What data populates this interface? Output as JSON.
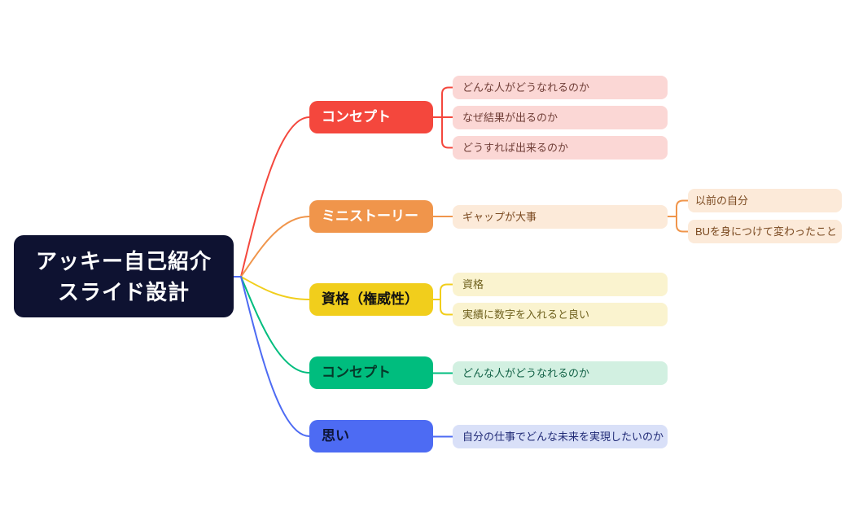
{
  "palette": {
    "root_bg": "#0e1231",
    "root_text": "#ffffff",
    "red": "#f4473d",
    "red_light": "#fbd7d5",
    "red_dark_text": "#713f38",
    "orange": "#f0954b",
    "orange_light": "#fcead9",
    "orange_dark_text": "#7b4a21",
    "yellow": "#f1ce1c",
    "yellow_light": "#faf3cf",
    "yellow_dark_text": "#6f611e",
    "green": "#00bd7e",
    "green_light": "#d2f0e1",
    "green_dark_text": "#136247",
    "blue": "#4d6bf3",
    "blue_light": "#d9e0f8",
    "blue_dark_text": "#202a76",
    "background": "#ffffff"
  },
  "root": {
    "label_line1": "アッキー自己紹介",
    "label_line2": "スライド設計"
  },
  "branches": [
    {
      "label": "コンセプト",
      "color": "#f4473d",
      "leaves": [
        "どんな人がどうなれるのか",
        "なぜ結果が出るのか",
        "どうすれば出来るのか"
      ]
    },
    {
      "label": "ミニストーリー",
      "color": "#f0954b",
      "leaves": [
        "ギャップが大事"
      ],
      "subleaves": [
        "以前の自分",
        "BUを身につけて変わったこと"
      ]
    },
    {
      "label": "資格（権威性）",
      "color": "#f1ce1c",
      "leaves": [
        "資格",
        "実績に数字を入れると良い"
      ]
    },
    {
      "label": "コンセプト",
      "color": "#00bd7e",
      "leaves": [
        "どんな人がどうなれるのか"
      ]
    },
    {
      "label": "思い",
      "color": "#4d6bf3",
      "leaves": [
        "自分の仕事でどんな未来を実現したいのか"
      ]
    }
  ]
}
